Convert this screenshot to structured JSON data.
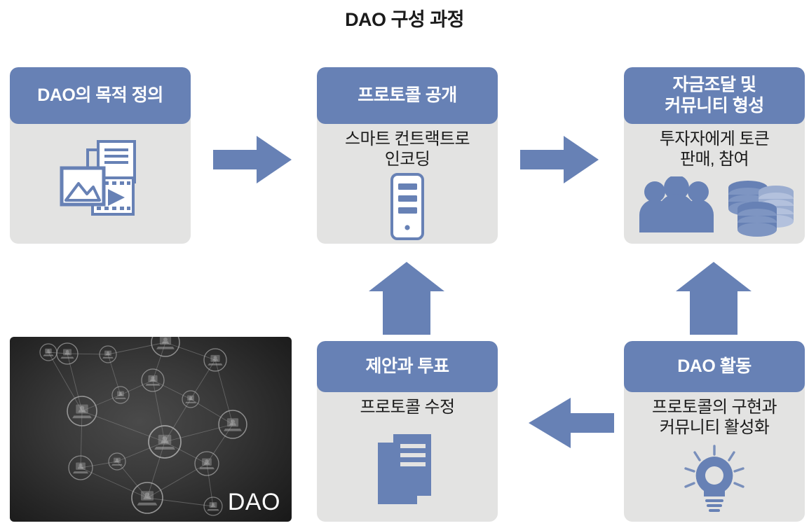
{
  "title": "DAO 구성 과정",
  "colors": {
    "header_blue": "#6781b5",
    "body_gray": "#e3e3e2",
    "arrow_blue": "#6781b5",
    "icon_blue": "#6781b5",
    "title_text": "#1b1b1b"
  },
  "cards": [
    {
      "id": "purpose",
      "header": "DAO의 목적 정의",
      "subtitle": "",
      "icon": "media-files-icon"
    },
    {
      "id": "protocol",
      "header": "프로토콜 공개",
      "subtitle": "스마트 컨트랙트로\n인코딩",
      "icon": "server-icon"
    },
    {
      "id": "funding",
      "header": "자금조달 및\n커뮤니티 형성",
      "subtitle": "투자자에게 토큰\n판매, 참여",
      "icon": "people-and-coins-icon"
    },
    {
      "id": "proposal",
      "header": "제안과 투표",
      "subtitle": "프로토콜 수정",
      "icon": "documents-icon"
    },
    {
      "id": "activity",
      "header": "DAO 활동",
      "subtitle": "프로토콜의 구현과\n커뮤니티 활성화",
      "icon": "lightbulb-icon"
    }
  ],
  "arrows": [
    {
      "id": "arrow-right-1",
      "direction": "right",
      "from": "purpose",
      "to": "protocol"
    },
    {
      "id": "arrow-right-2",
      "direction": "right",
      "from": "protocol",
      "to": "funding"
    },
    {
      "id": "arrow-up-2",
      "direction": "up",
      "from": "activity",
      "to": "funding"
    },
    {
      "id": "arrow-left-1",
      "direction": "left",
      "from": "activity",
      "to": "proposal"
    },
    {
      "id": "arrow-up-1",
      "direction": "up",
      "from": "proposal",
      "to": "protocol"
    }
  ],
  "network": {
    "label": "DAO",
    "alt": "dao-network-illustration"
  }
}
